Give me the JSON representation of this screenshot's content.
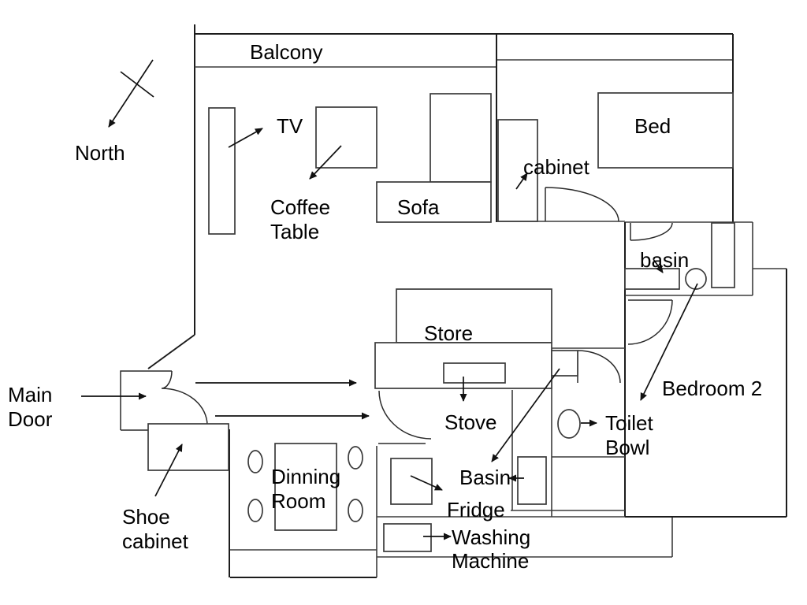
{
  "labels": {
    "balcony": "Balcony",
    "north": "North",
    "tv": "TV",
    "coffee_table": [
      "Coffee",
      "Table"
    ],
    "sofa": "Sofa",
    "cabinet": "cabinet",
    "bed": "Bed",
    "basin_bath1": "basin",
    "store": "Store",
    "stove": "Stove",
    "main_door": [
      "Main",
      "Door"
    ],
    "bedroom2": "Bedroom 2",
    "toilet_bowl": [
      "Toilet",
      "Bowl"
    ],
    "basin": "Basin",
    "fridge": "Fridge",
    "dinning_room": [
      "Dinning",
      "Room"
    ],
    "shoe_cabinet": [
      "Shoe",
      "cabinet"
    ],
    "washing_machine": [
      "Washing",
      "Machine"
    ]
  },
  "colors": {
    "chair_fill": "#bfe0e5",
    "line": "#1c1c1c"
  }
}
